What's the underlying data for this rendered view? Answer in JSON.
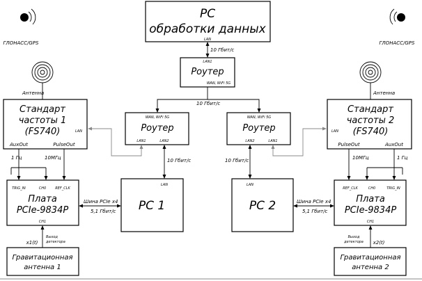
{
  "pc_processing": {
    "line1": "PC",
    "line2": "обработки данных",
    "port_lan": "LAN"
  },
  "router_top": {
    "label": "Роутер",
    "port_lan1": "LAN1",
    "port_wan": "WAN, WiFi 5G",
    "link_up": "10 Гбит/с",
    "link_down": "10 Гбит/с"
  },
  "gps_left": {
    "label": "ГЛОНАСС/GPS"
  },
  "gps_right": {
    "label": "ГЛОНАСС/GPS"
  },
  "antenna_left": {
    "label": "Антенна"
  },
  "antenna_right": {
    "label": "Антенна"
  },
  "standard_left": {
    "line1": "Стандарт",
    "line2": "частоты 1",
    "line3": "(FS740)",
    "port_lan": "LAN",
    "port_aux": "AuxOut",
    "port_pulse": "PulseOut",
    "sig_aux": "1 Гц",
    "sig_pulse": "10МГц"
  },
  "standard_right": {
    "line1": "Стандарт",
    "line2": "частоты 2",
    "line3": "(FS740)",
    "port_lan": "LAN",
    "port_aux": "AuxOut",
    "port_pulse": "PulseOut",
    "sig_aux": "1 Гц",
    "sig_pulse": "10МГц"
  },
  "router_left": {
    "label": "Роутер",
    "port_wan": "WAN, WiFi 5G",
    "port_lan1": "LAN1",
    "port_lan2": "LAN2",
    "link": "10 Гбит/с"
  },
  "router_right": {
    "label": "Роутер",
    "port_wan": "WAN, WiFi 5G",
    "port_lan1": "LAN1",
    "port_lan2": "LAN2",
    "link": "10 Гбит/с"
  },
  "board_left": {
    "line1": "Плата",
    "line2": "PCIe-9834P",
    "port_trig": "TRIG_IN",
    "port_ch0": "CH0",
    "port_ref": "REF_CLK",
    "port_ch1": "CH1",
    "bus": "Шина PCIe x4",
    "speed": "5,1 Гбит/с"
  },
  "board_right": {
    "line1": "Плата",
    "line2": "PCIe-9834P",
    "port_trig": "TRIG_IN",
    "port_ch0": "CH0",
    "port_ref": "REF_CLK",
    "port_ch1": "CH1",
    "bus": "Шина PCIe x4",
    "speed": "5,1 Гбит/с"
  },
  "pc1": {
    "label": "PC 1",
    "port_lan": "LAN"
  },
  "pc2": {
    "label": "PC 2",
    "port_lan": "LAN"
  },
  "grav_left": {
    "line1": "Гравитационная",
    "line2": "антенна 1",
    "signal": "x1(t)",
    "out1": "Выход",
    "out2": "детектора"
  },
  "grav_right": {
    "line1": "Гравитационная",
    "line2": "антенна 2",
    "signal": "x2(t)",
    "out1": "Выход",
    "out2": "детектора"
  },
  "colors": {
    "line": "#000000",
    "link_grey": "#888888"
  },
  "icons": [
    "satellite-dish-icon",
    "antenna-icon"
  ]
}
